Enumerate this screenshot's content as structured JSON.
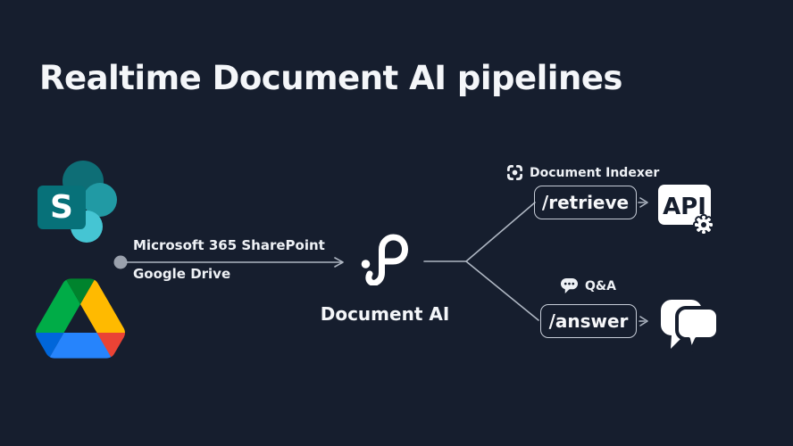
{
  "title": "Realtime Document AI pipelines",
  "colors": {
    "background": "#161e2e",
    "connector_line": "#aeb6c2",
    "text": "#f3f5f8",
    "box_border": "#c6ccd7",
    "source_dot": "#9aa1ad",
    "sharepoint_teal_dark": "#0e6e76",
    "sharepoint_teal_mid": "#219aa4",
    "sharepoint_teal_light": "#45c5d3",
    "sharepoint_square": "#077179",
    "drive_blue": "#2684fc",
    "drive_green": "#00ac47",
    "drive_yellow": "#ffba00",
    "drive_red": "#ea4335"
  },
  "sources": {
    "microsoft_label": "Microsoft 365 SharePoint",
    "gdrive_label": "Google Drive",
    "sharepoint_initial": "S"
  },
  "pipeline": {
    "label": "Document AI"
  },
  "retrieve": {
    "tag": "Document Indexer",
    "endpoint": "/retrieve"
  },
  "answer": {
    "tag": "Q&A",
    "endpoint": "/answer"
  },
  "api": {
    "label": "API"
  }
}
